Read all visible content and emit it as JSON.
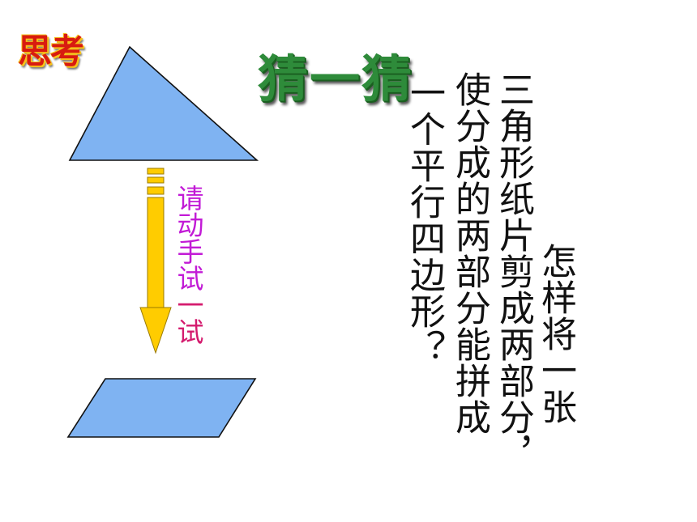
{
  "logo": {
    "text": "思考"
  },
  "title": "猜一猜",
  "question": {
    "line1": "怎样将一张",
    "line2": "三角形纸片剪成两部分，",
    "line3": "使分成的两部分能拼成",
    "line4": "一个平行四边形？"
  },
  "hint": {
    "part1": "请动手试",
    "part2": "一试"
  },
  "colors": {
    "shape_fill": "#7fb3f2",
    "shape_stroke": "#111111",
    "arrow_fill": "#ffcc00",
    "title": "#2e8b3a",
    "logo": "#d81b10",
    "hint_part1": "#c21bd6",
    "hint_part2": "#d41b6e"
  }
}
